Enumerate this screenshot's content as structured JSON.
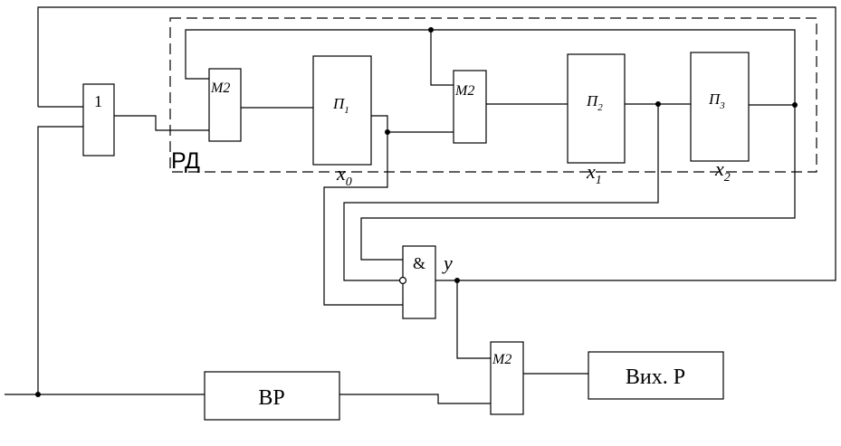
{
  "or_gate": {
    "label": "1"
  },
  "register": {
    "label": "РД"
  },
  "xor_1": {
    "label": "M2"
  },
  "xor_2": {
    "label": "M2"
  },
  "xor_3": {
    "label": "M2"
  },
  "cell_p1": {
    "letter": "П",
    "index": "1"
  },
  "cell_p2": {
    "letter": "П",
    "index": "2"
  },
  "cell_p3": {
    "letter": "П",
    "index": "3"
  },
  "tap_x0": {
    "letter": "x",
    "index": "0"
  },
  "tap_x1": {
    "letter": "x",
    "index": "1"
  },
  "tap_x2": {
    "letter": "x",
    "index": "2"
  },
  "and_gate": {
    "label": "&"
  },
  "feedback_signal": {
    "label": "y"
  },
  "input_register": {
    "label": "ВР"
  },
  "output_register": {
    "label": "Вих. Р"
  }
}
